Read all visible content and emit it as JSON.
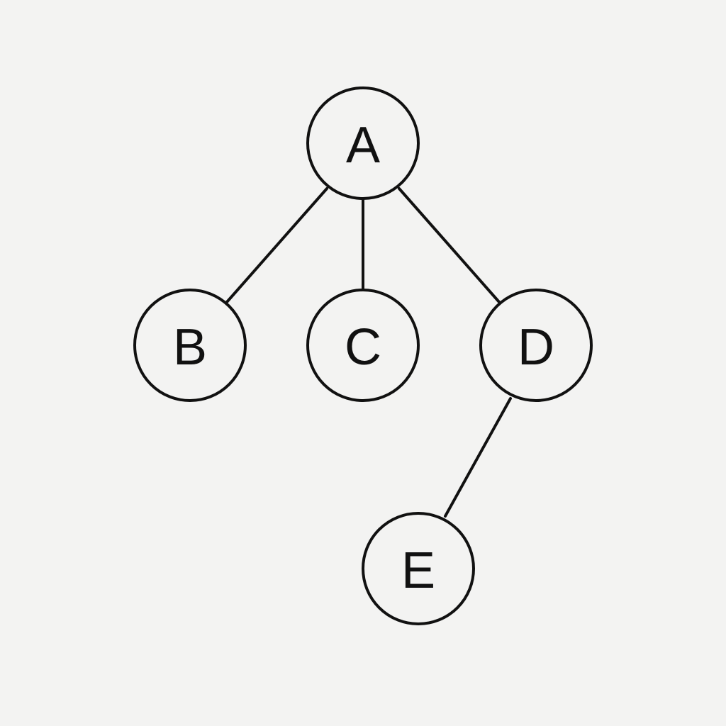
{
  "diagram": {
    "type": "tree",
    "colors": {
      "background": "#f3f3f2",
      "stroke": "#111111",
      "text": "#111111"
    },
    "nodes": [
      {
        "id": "A",
        "label": "A"
      },
      {
        "id": "B",
        "label": "B"
      },
      {
        "id": "C",
        "label": "C"
      },
      {
        "id": "D",
        "label": "D"
      },
      {
        "id": "E",
        "label": "E"
      }
    ],
    "edges": [
      {
        "from": "A",
        "to": "B"
      },
      {
        "from": "A",
        "to": "C"
      },
      {
        "from": "A",
        "to": "D"
      },
      {
        "from": "D",
        "to": "E"
      }
    ]
  }
}
